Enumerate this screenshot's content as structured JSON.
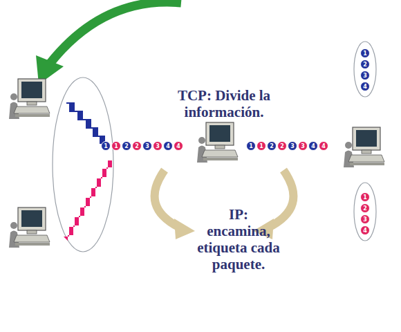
{
  "diagram": {
    "nodes": [
      {
        "text": [
          "1"
        ]
      },
      {
        "text": [
          "1"
        ]
      },
      {
        "text": [
          "2"
        ]
      },
      {
        "text": [
          "2"
        ]
      },
      {
        "text": [
          "3"
        ]
      },
      {
        "text": [
          "3"
        ]
      },
      {
        "text": [
          "4"
        ]
      },
      {
        "text": [
          "4"
        ]
      },
      {
        "text": [
          "1"
        ]
      },
      {
        "text": [
          "1"
        ]
      },
      {
        "text": [
          "2"
        ]
      },
      {
        "text": [
          "2"
        ]
      },
      {
        "text": [
          "3"
        ]
      },
      {
        "text": [
          "3"
        ]
      },
      {
        "text": [
          "4"
        ]
      },
      {
        "text": [
          "4"
        ]
      },
      {
        "text": [
          "1"
        ]
      },
      {
        "text": [
          "2"
        ]
      },
      {
        "text": [
          "3"
        ]
      },
      {
        "text": [
          "4"
        ]
      },
      {
        "text": [
          "1"
        ]
      },
      {
        "text": [
          "2"
        ]
      },
      {
        "text": [
          "3"
        ]
      },
      {
        "text": [
          "4"
        ]
      }
    ],
    "labels": [
      "TCP: Divide la información.",
      "IP:",
      "encamina, etiqueta cada paquete."
    ]
  }
}
